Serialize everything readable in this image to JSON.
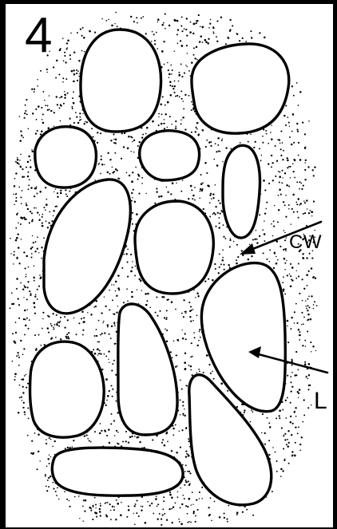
{
  "figure": {
    "panel_number": "4",
    "labels": {
      "cell_wall": "CW",
      "lumen": "L"
    }
  }
}
